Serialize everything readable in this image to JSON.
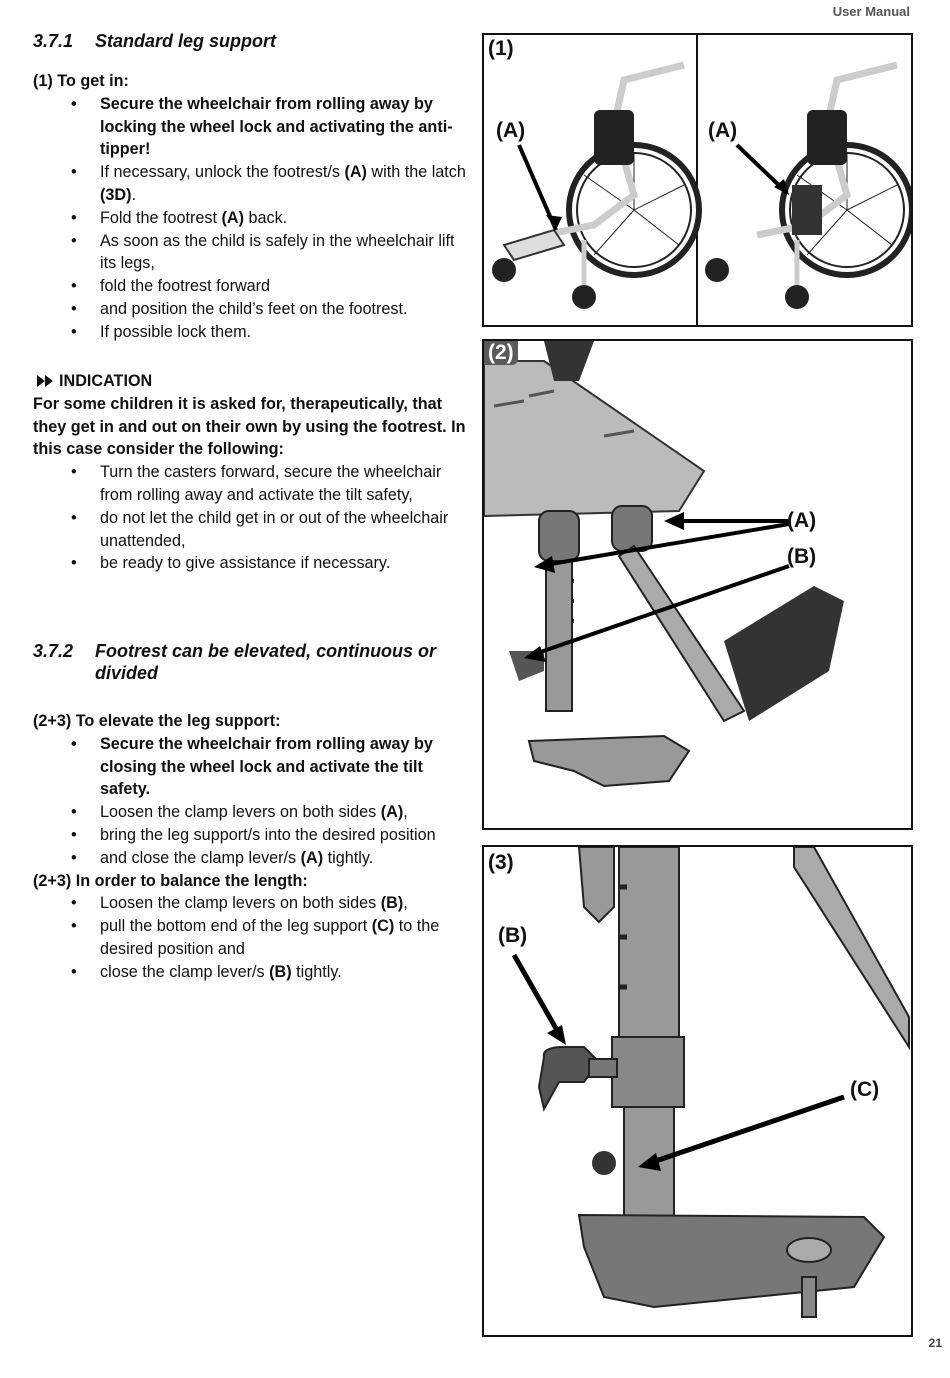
{
  "header": {
    "title": "User Manual"
  },
  "page_number": "21",
  "section1": {
    "number": "3.7.1",
    "title": "Standard leg support",
    "lead": "(1) To get in:",
    "items": [
      "Secure the wheelchair from rolling away by locking the wheel lock and activating the anti-tipper!",
      "If necessary, unlock the footrest/s (A) with the latch (3D).",
      "Fold the footrest (A) back.",
      "As soon as the child is safely in the wheelchair lift its legs,",
      "fold the footrest forward",
      "and position the child’s feet on the footrest.",
      "If possible lock them."
    ]
  },
  "indication": {
    "label": "INDICATION",
    "text": "For some children it is asked for, therapeutically, that they get in and out on their own by using the footrest. In this case consider the following:",
    "items": [
      "Turn the casters forward, secure the wheelchair from rolling away and activate the tilt safety,",
      "do not let the child get in or out of the wheelchair unattended,",
      "be ready to give assistance if necessary."
    ]
  },
  "section2": {
    "number": "3.7.2",
    "title": "Footrest can be elevated, continuous or divided",
    "lead1": "(2+3) To elevate the leg support:",
    "items1": [
      "Secure the wheelchair from rolling away by closing the wheel lock and activate the tilt safety.",
      "Loosen the clamp levers on both sides (A),",
      "bring the leg support/s into the desired position",
      "and close the clamp lever/s (A) tightly."
    ],
    "lead2": "(2+3) In order to balance the length:",
    "items2": [
      "Loosen the clamp levers on both sides (B),",
      "pull the bottom end of the leg support (C) to the desired position and",
      "close the clamp lever/s (B) tightly."
    ]
  },
  "figures": {
    "fig1": {
      "label": "(1)",
      "callout_left": "(A)",
      "callout_right": "(A)"
    },
    "fig2": {
      "label": "(2)",
      "callout_a": "(A)",
      "callout_b": "(B)"
    },
    "fig3": {
      "label": "(3)",
      "callout_b": "(B)",
      "callout_c": "(C)"
    }
  }
}
